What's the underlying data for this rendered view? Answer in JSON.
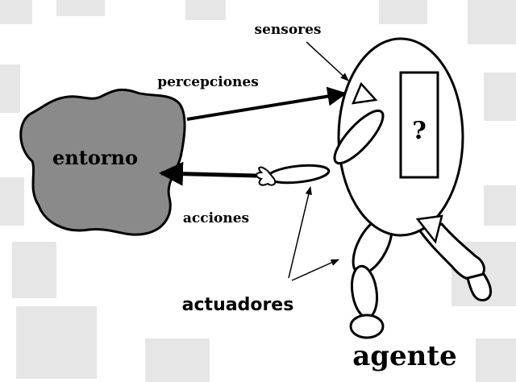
{
  "labels": {
    "sensors": "sensores",
    "perceptions": "percepciones",
    "environment": "entorno",
    "actions": "acciones",
    "actuators": "actuadores",
    "agent": "agente",
    "unknown": "?"
  },
  "colors": {
    "ink": "#000000",
    "environment_fill": "#8a8a8a",
    "background": "#ffffff",
    "noise": "#e4e4e4"
  }
}
